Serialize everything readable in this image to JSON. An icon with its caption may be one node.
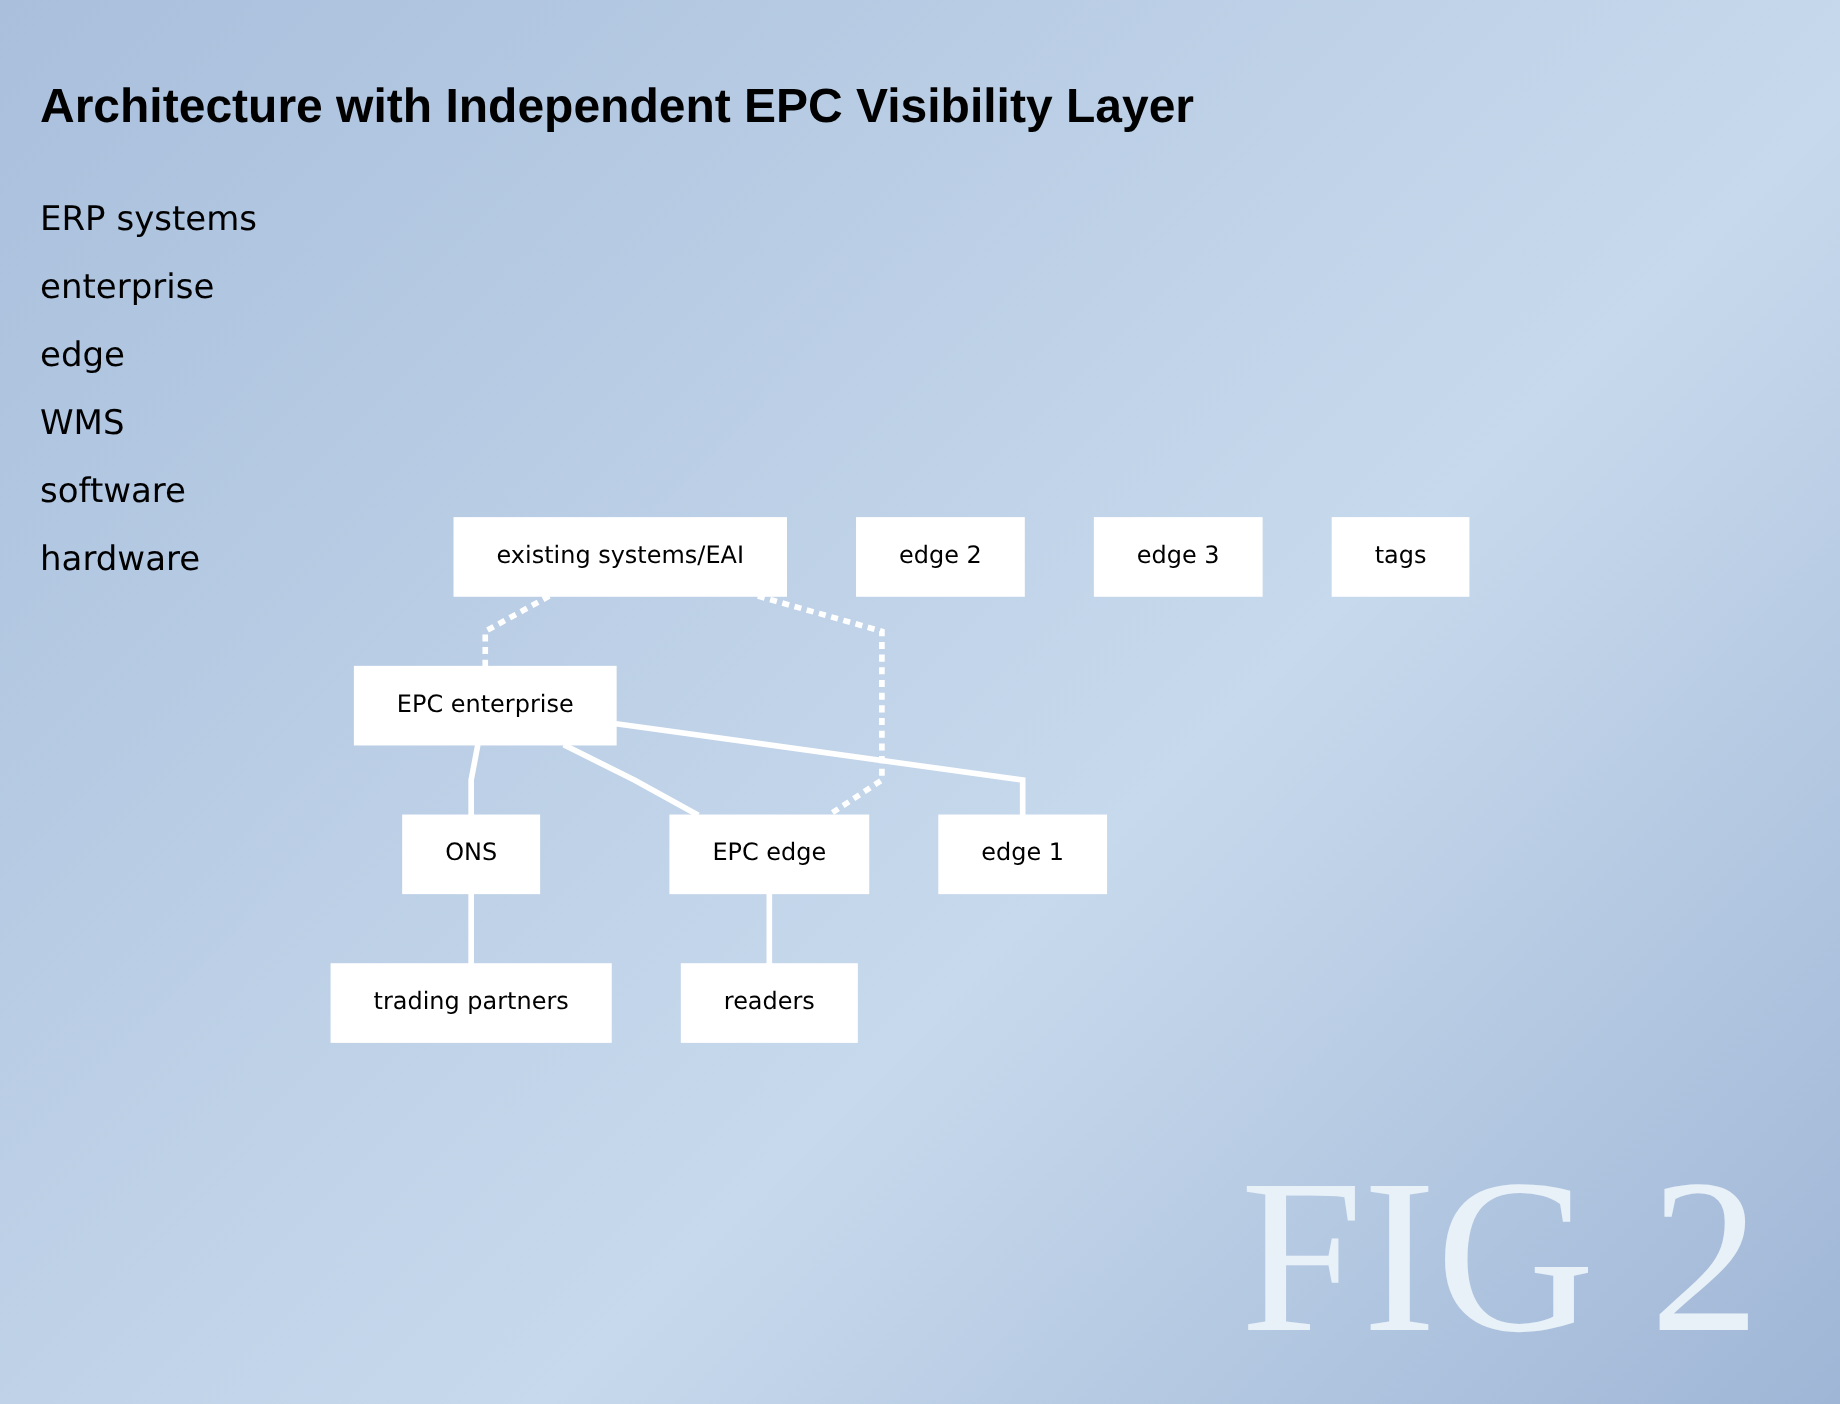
{
  "diagram": {
    "title": "Architecture with Independent EPC Visibility Layer",
    "nodes": [
      {
        "text": [
          "existing systems/EAI"
        ]
      },
      {
        "text": [
          "EPC enterprise"
        ]
      },
      {
        "text": [
          "ONS"
        ]
      },
      {
        "text": [
          "trading partners"
        ]
      },
      {
        "text": [
          "EPC edge"
        ]
      },
      {
        "text": [
          "edge 1"
        ]
      },
      {
        "text": [
          "edge 2"
        ]
      },
      {
        "text": [
          "edge 3"
        ]
      },
      {
        "text": [
          "readers"
        ]
      },
      {
        "text": [
          "tags"
        ]
      }
    ],
    "edges": [
      {
        "from": 0,
        "to": 1,
        "arrow": "none",
        "style": "dashed"
      },
      {
        "from": 1,
        "to": 2,
        "arrow": "none"
      },
      {
        "from": 2,
        "to": 3,
        "arrow": "none"
      },
      {
        "from": 1,
        "to": 4,
        "arrow": "none"
      },
      {
        "from": 1,
        "to": 5,
        "arrow": "none"
      },
      {
        "from": 0,
        "to": 4,
        "arrow": "none",
        "style": "dashed"
      },
      {
        "from": 4,
        "to": 8,
        "arrow": "none"
      }
    ],
    "labels": [
      "ERP systems",
      "enterprise",
      "edge",
      "WMS",
      "software",
      "hardware",
      "FIG 2"
    ]
  }
}
